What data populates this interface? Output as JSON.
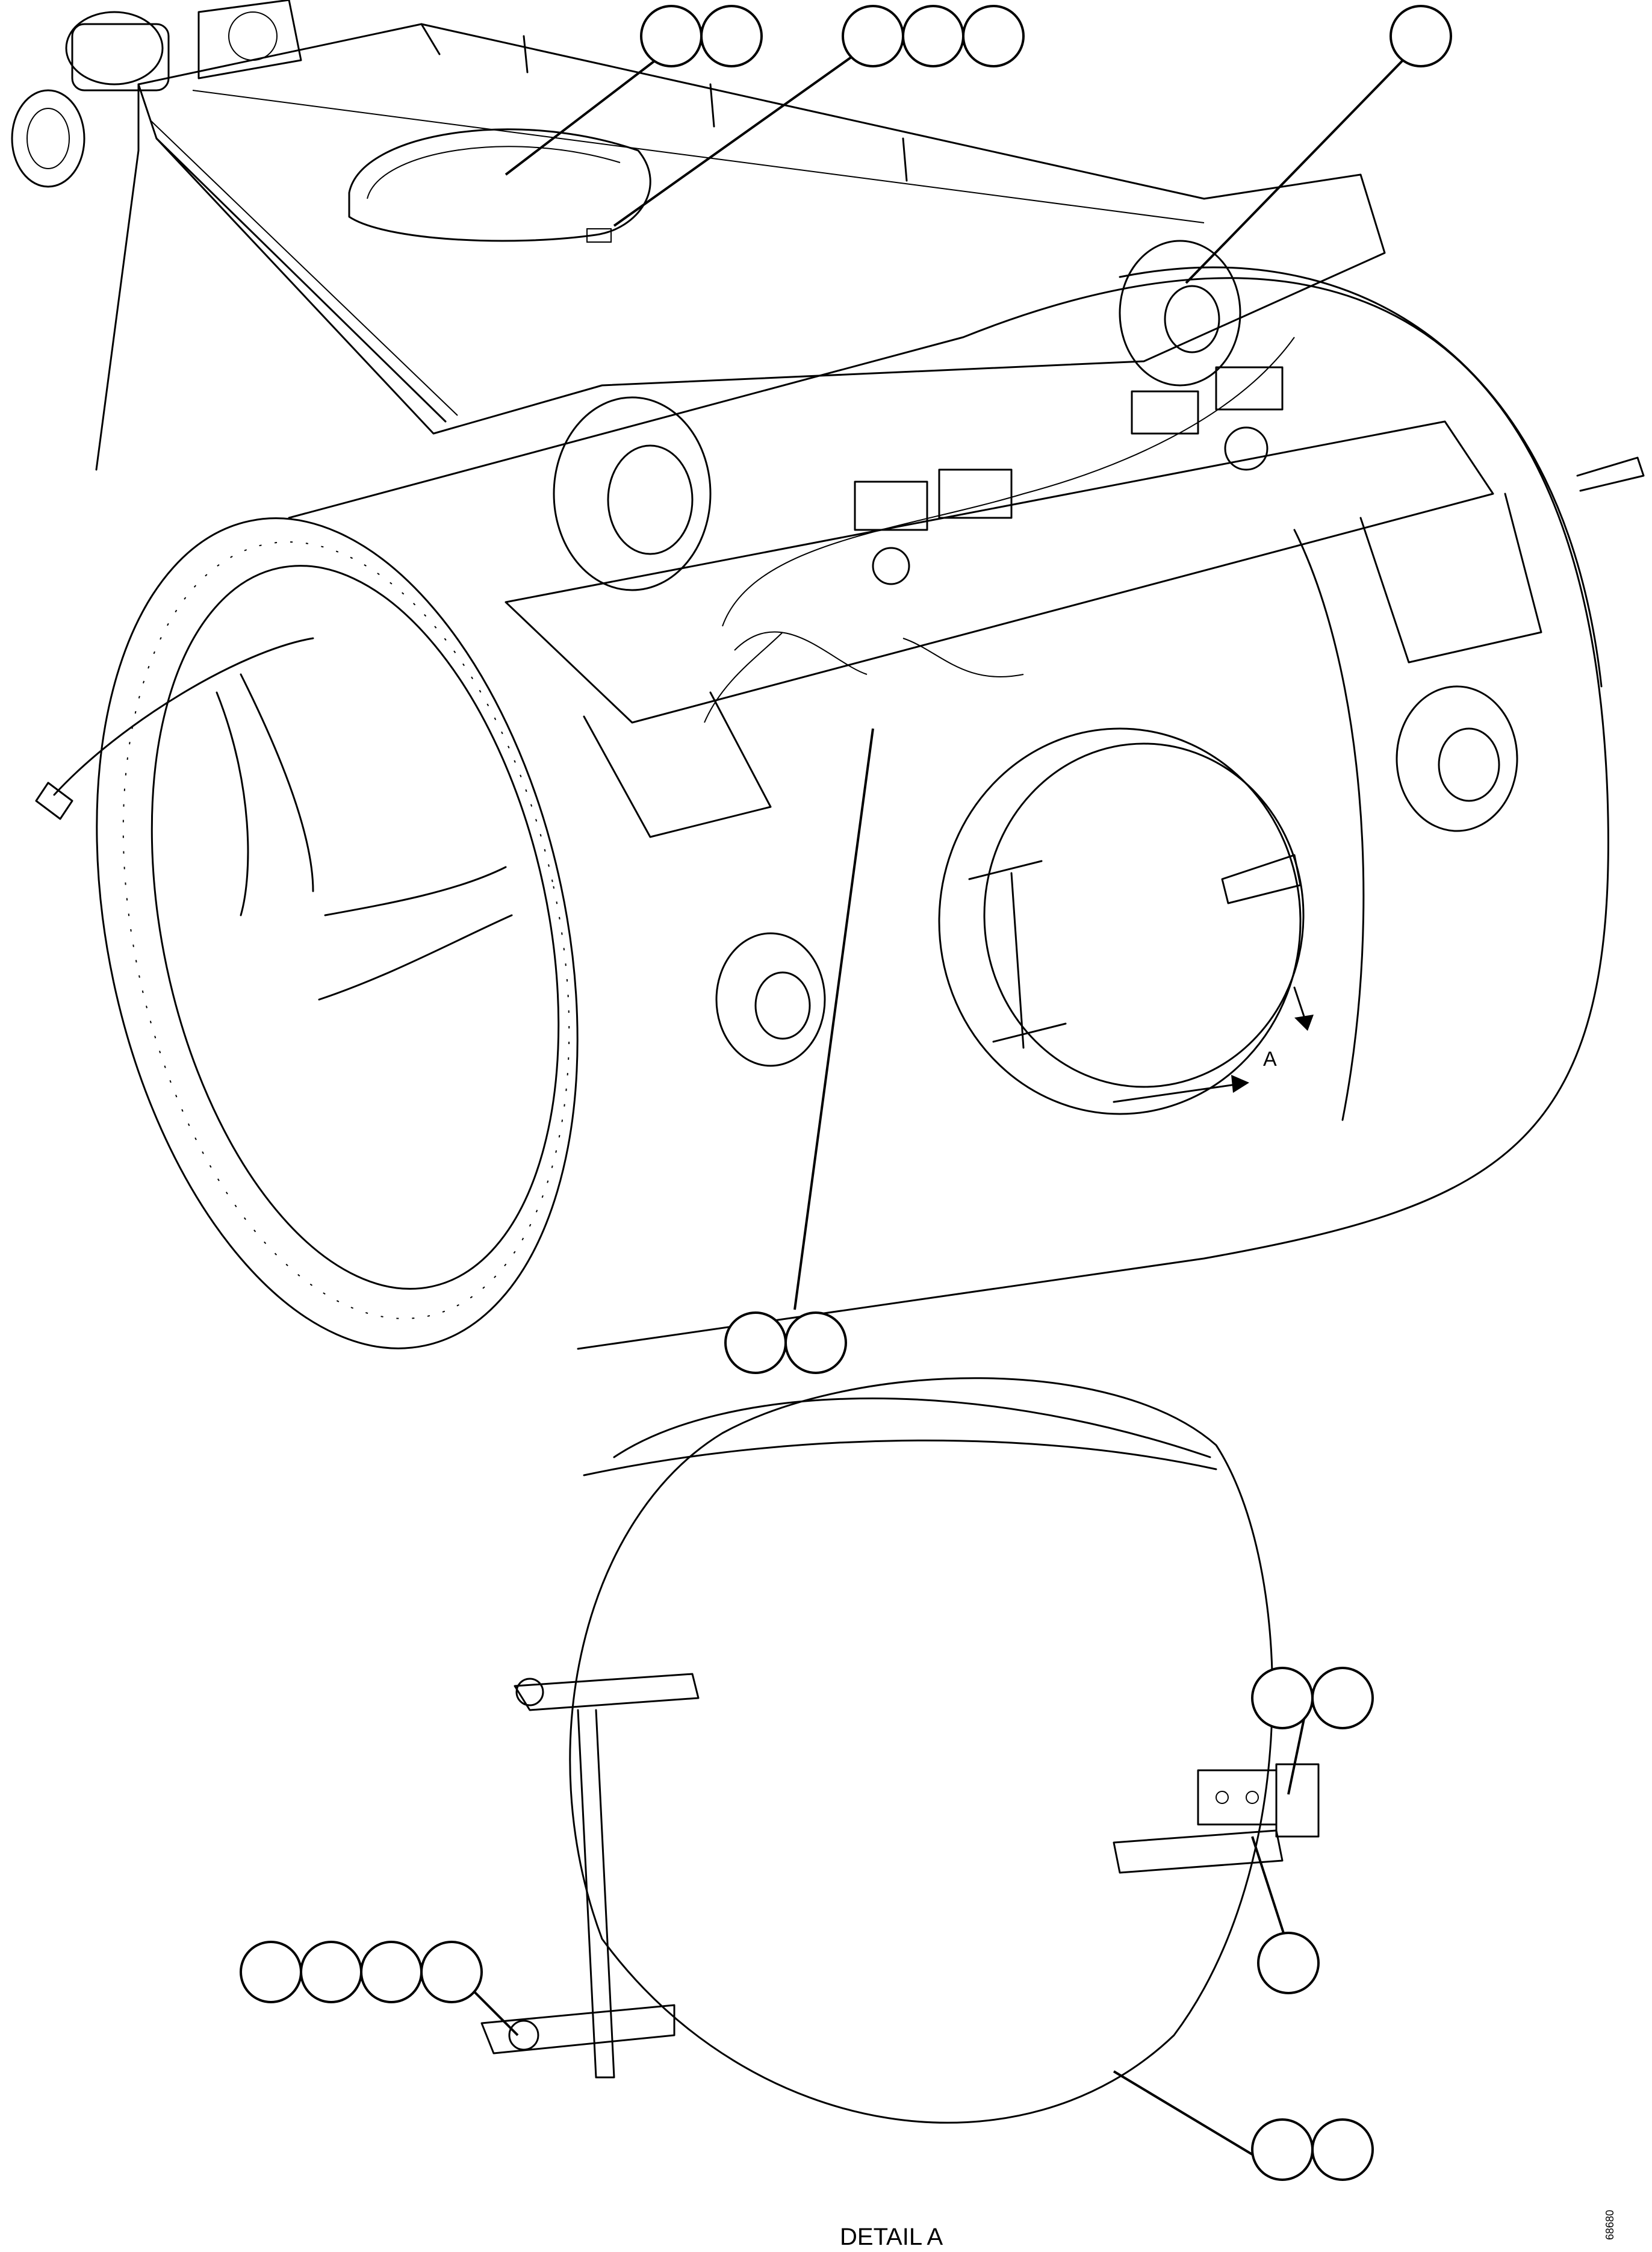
{
  "figure": {
    "view_label": "A",
    "detail_caption": "DETAIL A",
    "drawing_code": "68680"
  },
  "callouts": {
    "group_1": [
      "",
      ""
    ],
    "group_2": [
      "",
      "",
      ""
    ],
    "group_3": [
      ""
    ],
    "group_4": [
      "",
      ""
    ],
    "group_5": [
      "",
      ""
    ],
    "group_6": [
      ""
    ],
    "group_7": [
      "",
      "",
      "",
      ""
    ],
    "group_8": [
      "",
      ""
    ]
  }
}
